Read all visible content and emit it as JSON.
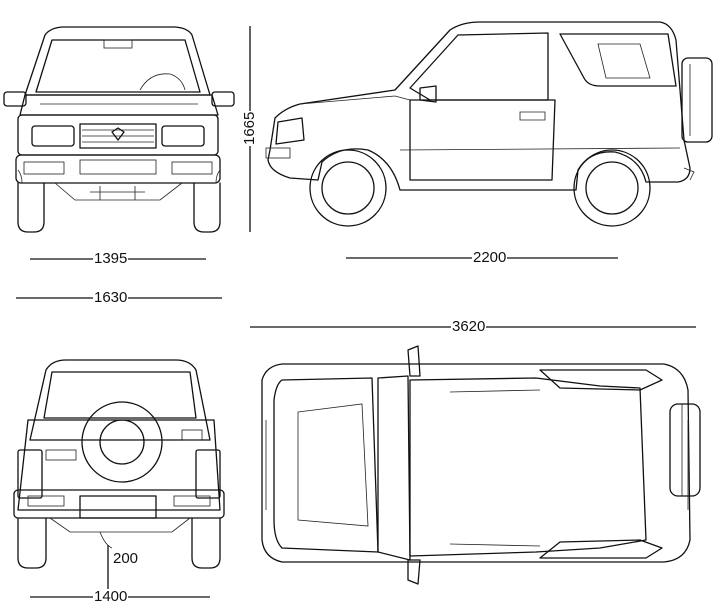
{
  "dimensions": {
    "front_track": "1395",
    "front_width": "1630",
    "height": "1665",
    "wheelbase": "2200",
    "length": "3620",
    "rear_track": "1400",
    "ground_clearance": "200"
  }
}
